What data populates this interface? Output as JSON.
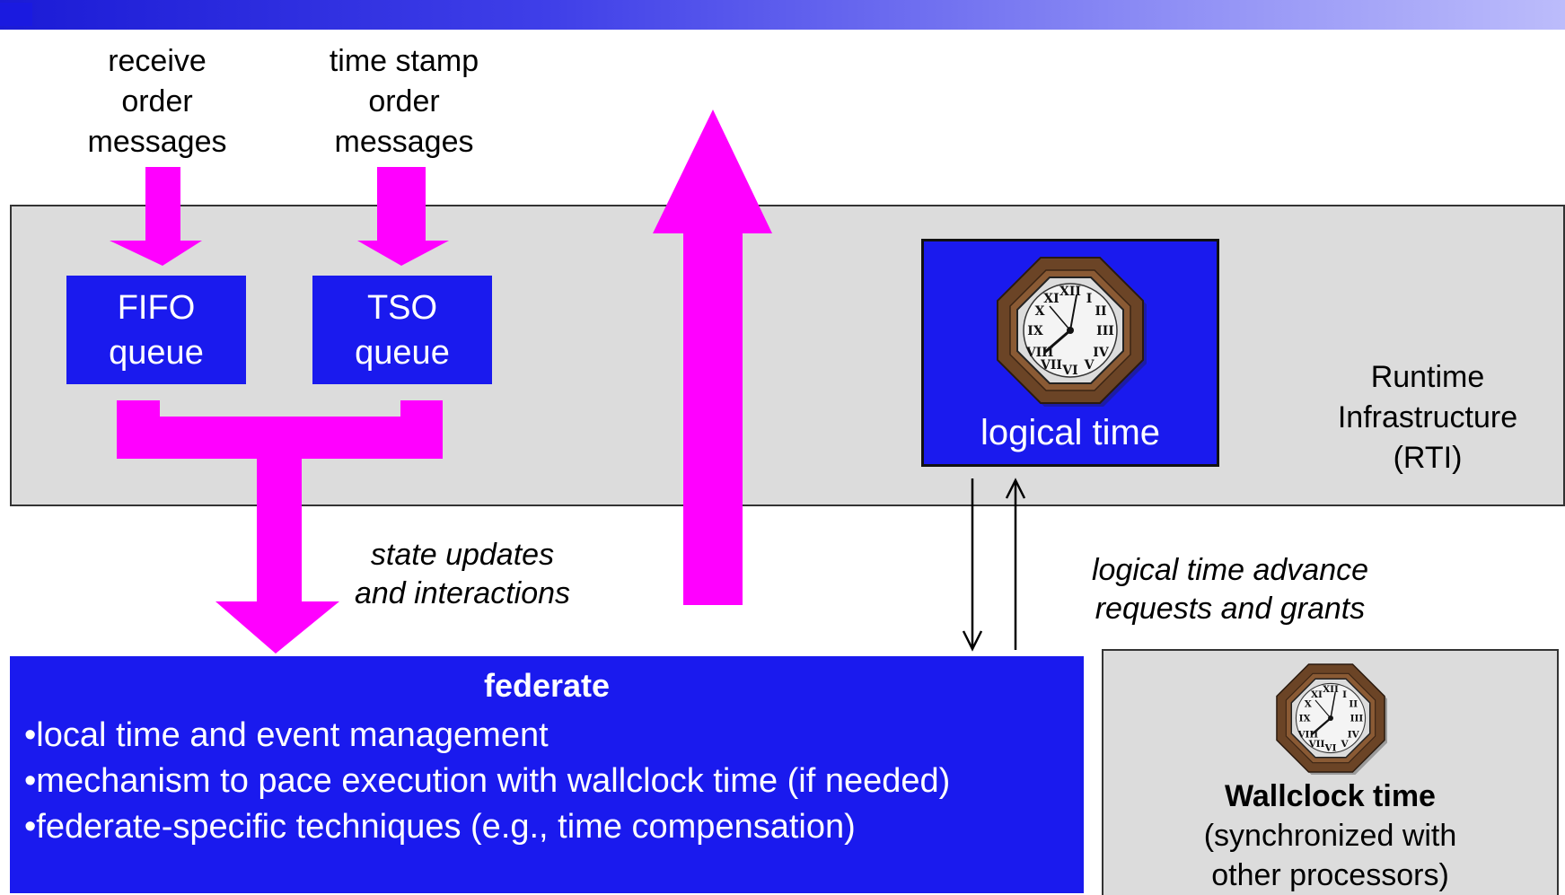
{
  "labels": {
    "receive_order": [
      "receive",
      "order",
      "messages"
    ],
    "time_stamp_order": [
      "time stamp",
      "order",
      "messages"
    ],
    "state_updates": [
      "state updates",
      "and interactions"
    ],
    "time_advance": [
      "logical time advance",
      "requests and grants"
    ],
    "rti": [
      "Runtime",
      "Infrastructure",
      "(RTI)"
    ]
  },
  "queues": {
    "fifo": [
      "FIFO",
      "queue"
    ],
    "tso": [
      "TSO",
      "queue"
    ]
  },
  "logical_time": {
    "label": "logical time"
  },
  "federate": {
    "title": "federate",
    "items": [
      "•local time and event management",
      "•mechanism to pace execution with wallclock time (if needed)",
      "•federate-specific techniques (e.g., time compensation)"
    ]
  },
  "wallclock": {
    "title": "Wallclock time",
    "subtitle": [
      "(synchronized with",
      "other processors)"
    ]
  },
  "colors": {
    "arrow": "#ff00ff",
    "box_blue": "#1a1aee",
    "panel_gray": "#dcdcdc"
  },
  "icons": [
    "clock-icon"
  ]
}
